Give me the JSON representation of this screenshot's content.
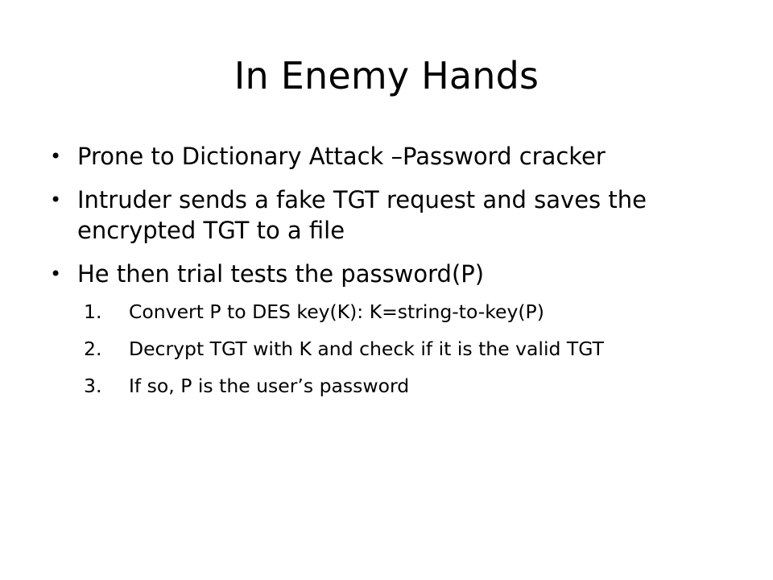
{
  "slide": {
    "title": "In Enemy Hands",
    "bullets": [
      {
        "marker": "•",
        "text": "Prone to Dictionary Attack –Password cracker"
      },
      {
        "marker": "•",
        "text": "Intruder sends a fake TGT request and saves the encrypted TGT to a file"
      },
      {
        "marker": "•",
        "text": "He then trial tests the password(P)"
      }
    ],
    "steps": [
      {
        "number": "1.",
        "text": "Convert P to DES key(K): K=string-to-key(P)"
      },
      {
        "number": "2.",
        "text": "Decrypt TGT with K and check if it is the valid TGT"
      },
      {
        "number": "3.",
        "text": "If so, P is the user’s password"
      }
    ]
  }
}
